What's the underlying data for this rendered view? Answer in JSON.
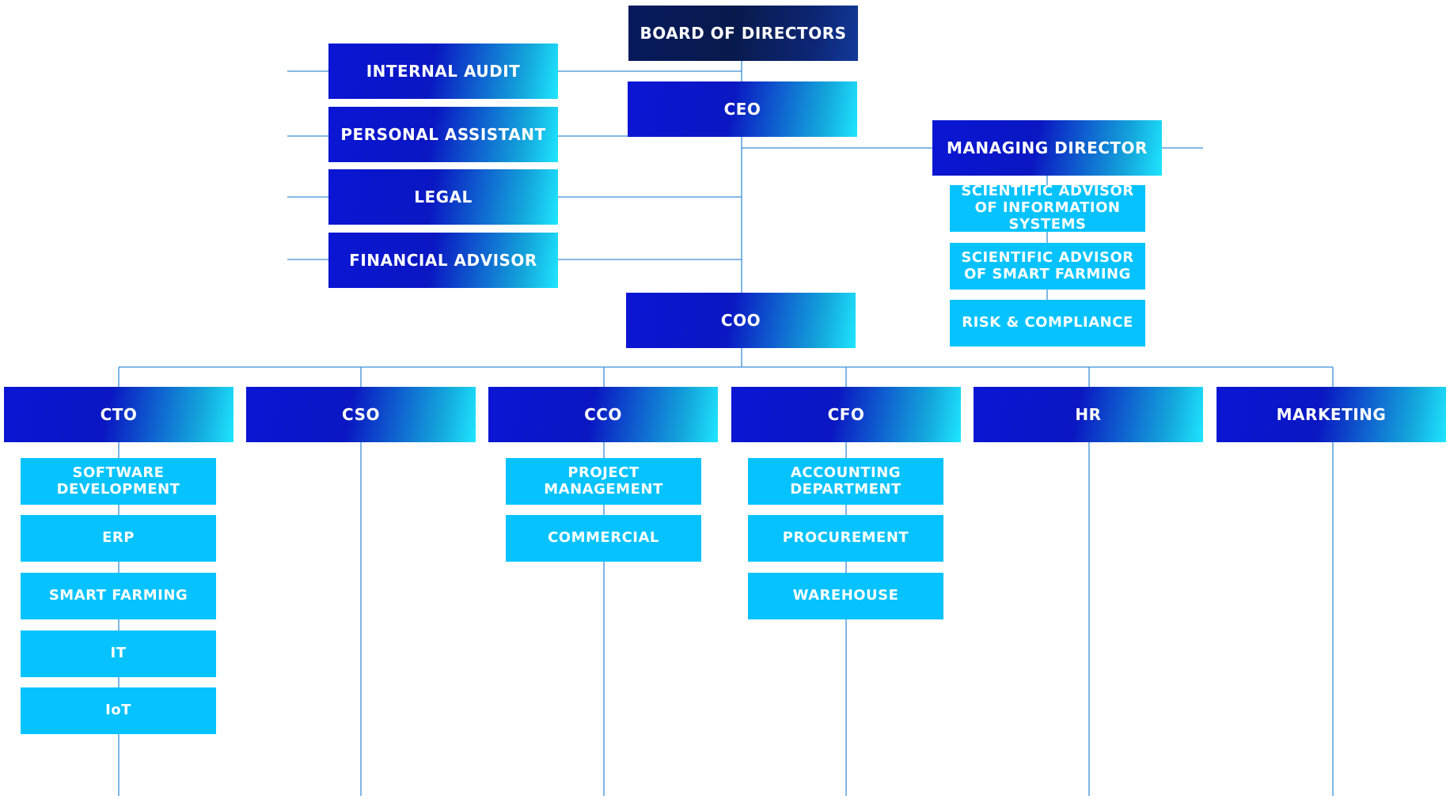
{
  "nodes": {
    "board": "BOARD OF DIRECTORS",
    "ceo": "CEO",
    "internal_audit": "INTERNAL AUDIT",
    "personal_assistant": "PERSONAL ASSISTANT",
    "legal": "LEGAL",
    "financial_advisor": "FINANCIAL ADVISOR",
    "managing_director": "MANAGING DIRECTOR",
    "sci_advisor_is": "SCIENTIFIC ADVISOR OF INFORMATION SYSTEMS",
    "sci_advisor_sf": "SCIENTIFIC ADVISOR OF SMART FARMING",
    "risk": "RISK & COMPLIANCE",
    "coo": "COO",
    "cto": "CTO",
    "cso": "CSO",
    "cco": "CCO",
    "cfo": "CFO",
    "hr": "HR",
    "marketing": "MARKETING",
    "software_dev": "SOFTWARE DEVELOPMENT",
    "erp": "ERP",
    "smart_farming": "SMART FARMING",
    "it": "IT",
    "iot": "IoT",
    "project_mgmt": "PROJECT MANAGEMENT",
    "commercial": "COMMERCIAL",
    "accounting": "ACCOUNTING DEPARTMENT",
    "procurement": "PROCUREMENT",
    "warehouse": "WAREHOUSE"
  },
  "colors": {
    "connector": "#3a8fd6",
    "unit_fill": "#06c3ff",
    "exec_start": "#0a16d4",
    "exec_end": "#1fe6ff",
    "board_fill": "#071a5e"
  }
}
